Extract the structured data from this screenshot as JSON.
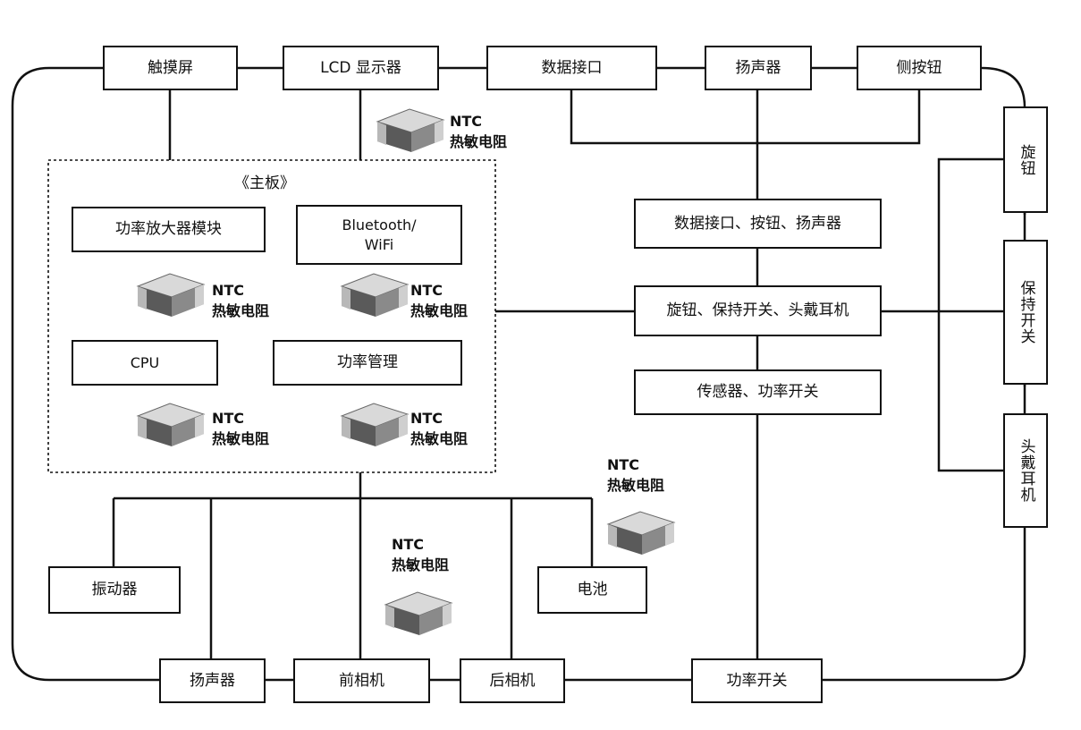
{
  "top_row": {
    "touchscreen": "触摸屏",
    "lcd": "LCD 显示器",
    "data_port": "数据接口",
    "speaker": "扬声器",
    "side_button": "侧按钮"
  },
  "right_column": {
    "knob": "旋钮",
    "hold_switch": "保持开关",
    "headphone": "头戴耳机"
  },
  "center_column": {
    "hub1": "数据接口、按钮、扬声器",
    "hub2": "旋钮、保持开关、头戴耳机",
    "hub3": "传感器、功率开关"
  },
  "mainboard": {
    "title": "《主板》",
    "pa_module": "功率放大器模块",
    "bt_line1": "Bluetooth/",
    "bt_line2": "WiFi",
    "cpu": "CPU",
    "power_mgmt": "功率管理"
  },
  "lower": {
    "vibrator": "振动器",
    "battery": "电池"
  },
  "bottom_row": {
    "speaker": "扬声器",
    "front_camera": "前相机",
    "rear_camera": "后相机",
    "power_switch": "功率开关"
  },
  "ntc": {
    "line1": "NTC",
    "line2": "热敏电阻"
  }
}
